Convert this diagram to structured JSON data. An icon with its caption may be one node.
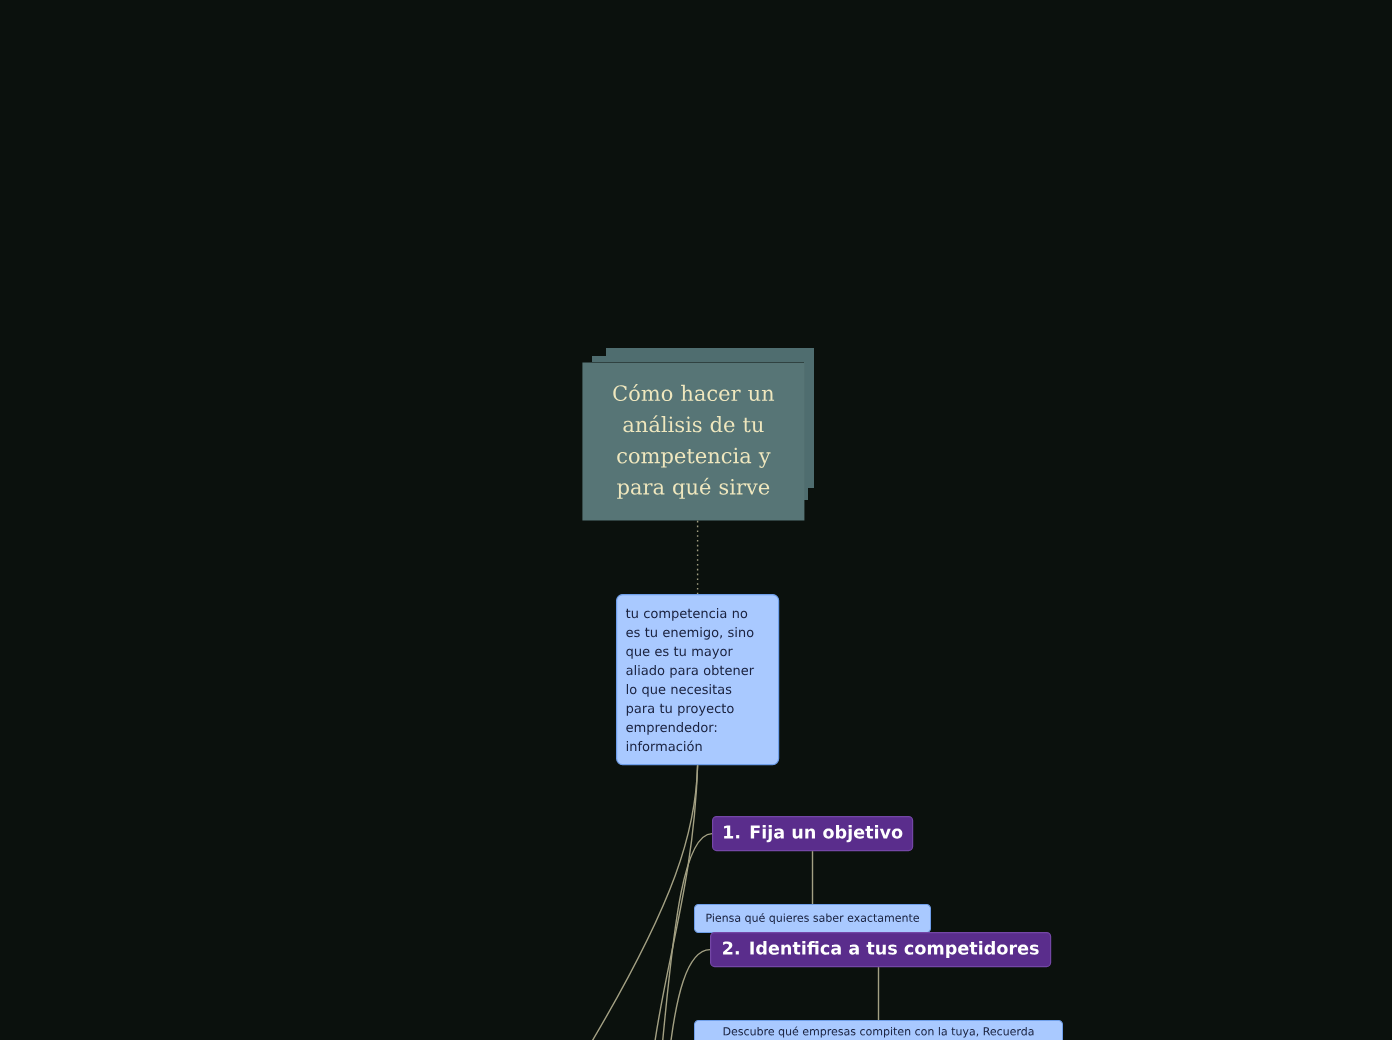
{
  "diagram": {
    "nodes": [
      {
        "text": [
          "Cómo hacer un análisis de tu competencia y para qué sirve"
        ]
      },
      {
        "text": [
          "tu competencia no es tu enemigo, sino que es tu mayor aliado para obtener lo que necesitas para tu proyecto emprendedor: información"
        ]
      },
      {
        "text": [
          "1. Fija un objetivo"
        ]
      },
      {
        "text": [
          "Piensa qué quieres saber exactamente"
        ]
      },
      {
        "text": [
          "2. Identifica a tus competidores"
        ]
      },
      {
        "text": [
          "Descubre qué empresas compiten con la tuya, Recuerda"
        ]
      }
    ],
    "edges": [
      {
        "from": 0,
        "to": 1,
        "arrow": "none",
        "style": "dashed"
      },
      {
        "from": 1,
        "to": null,
        "arrow": "none"
      },
      {
        "from": 1,
        "to": null,
        "arrow": "none"
      },
      {
        "from": 2,
        "to": null,
        "arrow": "none"
      },
      {
        "from": 2,
        "to": 3,
        "arrow": "none"
      },
      {
        "from": 4,
        "to": null,
        "arrow": "none"
      },
      {
        "from": 4,
        "to": 5,
        "arrow": "none"
      }
    ]
  }
}
